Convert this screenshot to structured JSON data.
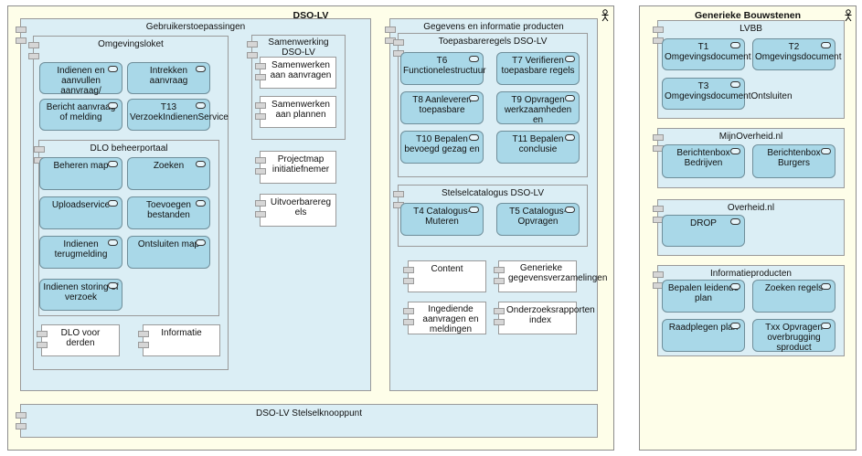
{
  "dso": {
    "title": "DSO-LV",
    "gebruiker": {
      "title": "Gebruikerstoepassingen",
      "omgevingsloket": {
        "title": "Omgevingsloket",
        "items": [
          "Indienen en aanvullen aanvraag/",
          "Intrekken aanvraag",
          "Bericht aanvraag of melding",
          "T13 VerzoekIndienenService"
        ]
      },
      "dlo": {
        "title": "DLO beheerportaal",
        "items": [
          "Beheren map",
          "Zoeken",
          "Uploadservice",
          "Toevoegen bestanden",
          "Indienen terugmelding",
          "Ontsluiten map",
          "Indienen storing of verzoek"
        ]
      },
      "dlo_voor_derden": "DLO voor derden",
      "informatie": "Informatie",
      "samenwerking": {
        "title": "Samenwerking DSO-LV",
        "items": [
          "Samenwerken aan aanvragen",
          "Samenwerken aan plannen"
        ]
      },
      "projectmap": "Projectmap initiatiefnemer",
      "uitvoerbareregels": "Uitvoerbareregels"
    },
    "gegevens": {
      "title": "Gegevens en informatie producten",
      "toepasbare": {
        "title": "Toepasbareregels DSO-LV",
        "items": [
          "T6 Functionelestructuur",
          "T7 Verifieren toepasbare regels",
          "T8 Aanleveren toepasbare",
          "T9 Opvragen werkzaamheden en",
          "T10 Bepalen bevoegd gezag en",
          "T11 Bepalen conclusie"
        ]
      },
      "catalogus": {
        "title": "Stelselcatalogus DSO-LV",
        "items": [
          "T4 Catalogus-Muteren",
          "T5 Catalogus-Opvragen"
        ]
      },
      "content": "Content",
      "generieke_gegevens": "Generieke gegevensverzamelingen",
      "ingediende": "Ingediende aanvragen en meldingen",
      "onderzoeksrapporten": "Onderzoeksrapporten index"
    },
    "knooppunt": "DSO-LV Stelselknooppunt"
  },
  "generiek": {
    "title": "Generieke Bouwstenen",
    "lvbb": {
      "title": "LVBB",
      "items": [
        "T1 Omgevingsdocument",
        "T2 Omgevingsdocument",
        "T3 OmgevingsdocumentOntsluiten"
      ]
    },
    "mijnoverheid": {
      "title": "MijnOverheid.nl",
      "items": [
        "Berichtenbox Bedrijven",
        "Berichtenbox Burgers"
      ]
    },
    "overheid": {
      "title": "Overheid.nl",
      "items": [
        "DROP"
      ]
    },
    "informatieproducten": {
      "title": "Informatieproducten",
      "items": [
        "Bepalen leidende plan",
        "Zoeken regels",
        "Raadplegen plan",
        "Txx Opvragen overbrugging sproduct"
      ]
    }
  },
  "colors": {
    "outer_fill": "#fefee9",
    "component_fill": "#dbeef5",
    "service_fill": "#a9d8e8"
  }
}
